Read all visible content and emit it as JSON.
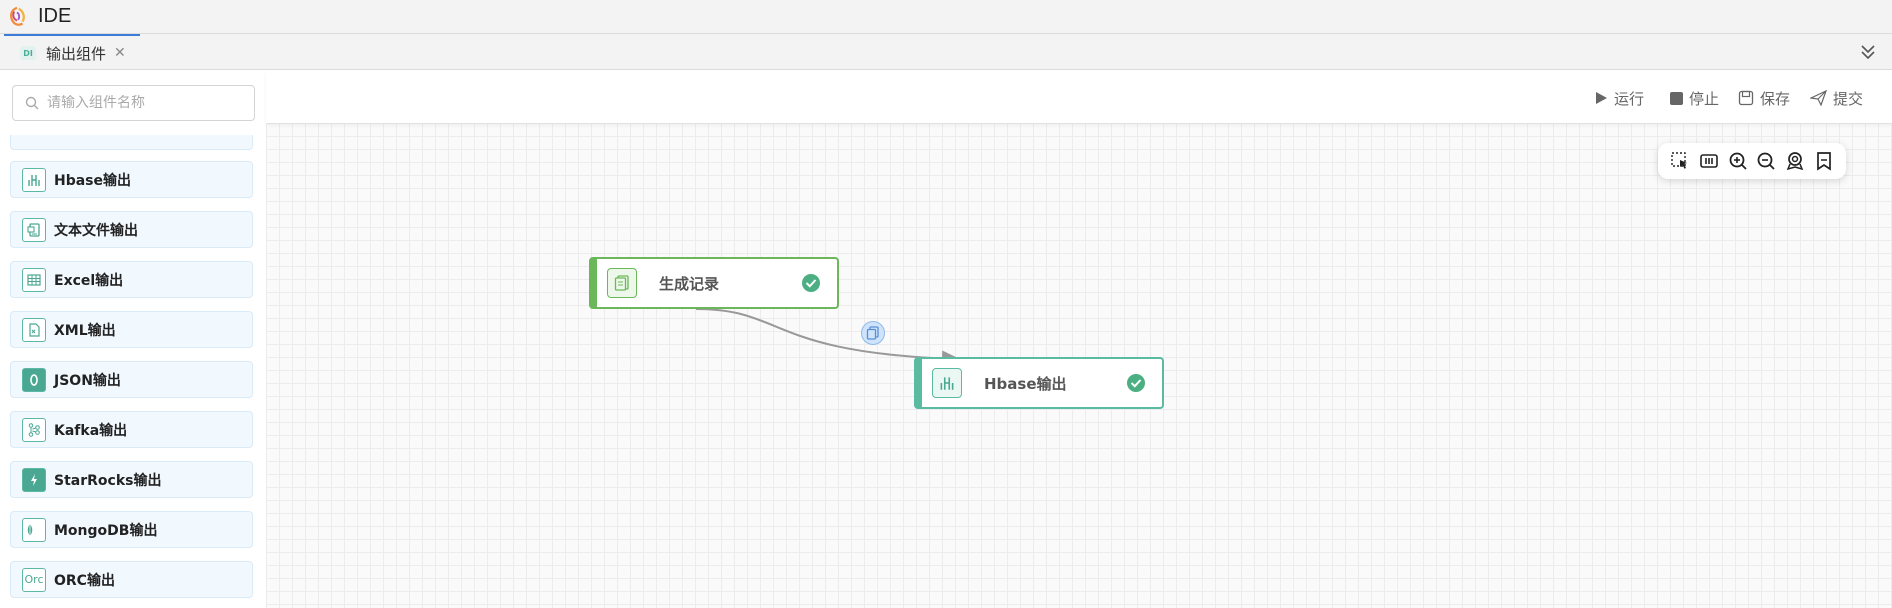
{
  "app": {
    "title": "IDE"
  },
  "tabs": [
    {
      "label": "输出组件",
      "icon": "DI"
    }
  ],
  "sidebar": {
    "search_placeholder": "请输入组件名称",
    "items": [
      {
        "label": "Hbase输出",
        "icon": "hbase-icon"
      },
      {
        "label": "文本文件输出",
        "icon": "text-file-icon"
      },
      {
        "label": "Excel输出",
        "icon": "excel-icon"
      },
      {
        "label": "XML输出",
        "icon": "xml-icon"
      },
      {
        "label": "JSON输出",
        "icon": "json-icon"
      },
      {
        "label": "Kafka输出",
        "icon": "kafka-icon"
      },
      {
        "label": "StarRocks输出",
        "icon": "starrocks-icon"
      },
      {
        "label": "MongoDB输出",
        "icon": "mongodb-icon"
      },
      {
        "label": "ORC输出",
        "icon": "orc-icon",
        "icon_text": "Orc"
      }
    ]
  },
  "toolbar": {
    "run_label": "运行",
    "stop_label": "停止",
    "save_label": "保存",
    "submit_label": "提交"
  },
  "canvas": {
    "nodes": [
      {
        "label": "生成记录",
        "status": "ok"
      },
      {
        "label": "Hbase输出",
        "status": "ok"
      }
    ]
  },
  "colors": {
    "accent": "#3b7bd9",
    "node_green": "#6ab85a",
    "node_teal": "#5abba2",
    "status_ok": "#4caf83"
  }
}
